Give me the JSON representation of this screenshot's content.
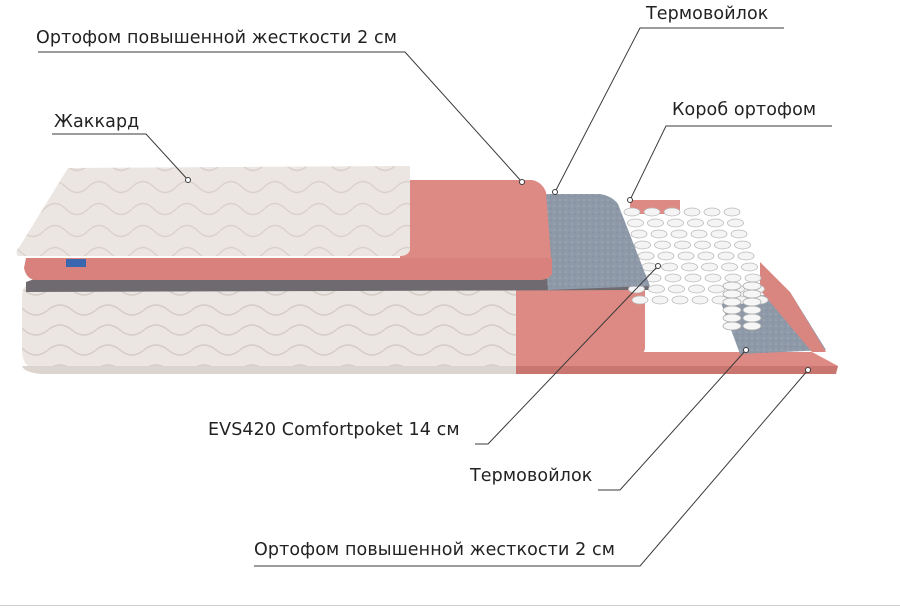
{
  "labels": {
    "top_ortofom": "Ортофом повышенной жесткости 2 см",
    "jacquard": "Жаккард",
    "top_felt": "Термовойлок",
    "ortofom_box": "Короб ортофом",
    "springs": "EVS420 Comfortpoket 14 см",
    "bottom_felt": "Термовойлок",
    "bottom_ortofom": "Ортофом повышенной жесткости 2 см"
  },
  "colors": {
    "foam": "#de8a84",
    "foam_dark": "#c56f6a",
    "felt": "#8e99a8",
    "fabric": "#ede7e3",
    "spring": "#f4f4f4",
    "leader_line": "#3a3a3a"
  }
}
